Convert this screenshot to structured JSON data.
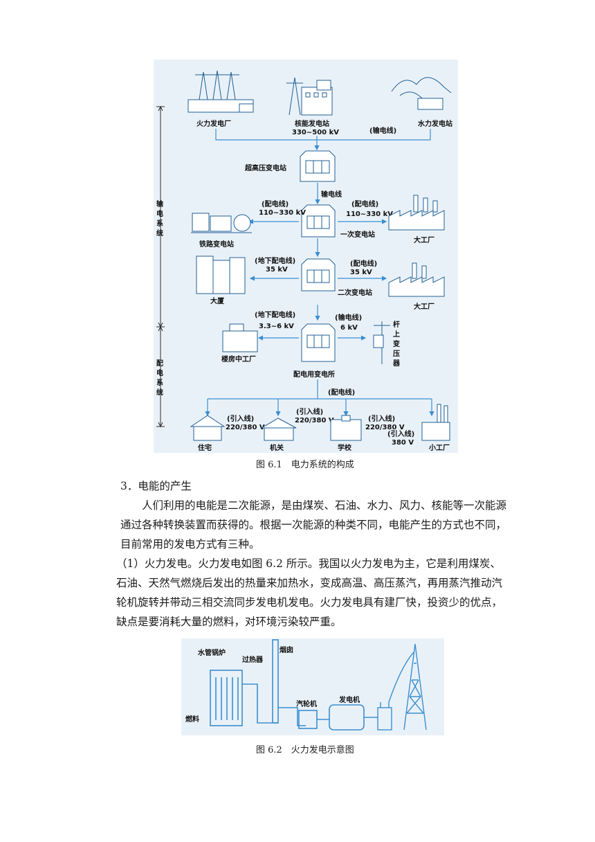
{
  "figure1": {
    "caption": "图 6.1　电力系统的构成",
    "labels": {
      "thermal_plant": "火力发电厂",
      "nuclear_plant": "核能发电站",
      "nuclear_voltage": "330~500 kV",
      "transmission_line_paren": "(输电线)",
      "hydro_plant": "水力发电站",
      "ehv_substation": "超高压变电站",
      "transmission_line": "输电线",
      "dist_line_left": "(配电线)",
      "dist_voltage_left": "110~330 kV",
      "dist_line_right": "(配电线)",
      "dist_voltage_right": "110~330 kV",
      "railway_substation": "铁路变电站",
      "primary_substation": "一次变电站",
      "big_factory_1": "大工厂",
      "underground_line_1": "(地下配电线)",
      "underground_voltage_1": "35 kV",
      "dist_line_35": "(配电线)",
      "dist_voltage_35": "35 kV",
      "building": "大厦",
      "secondary_substation": "二次变电站",
      "big_factory_2": "大工厂",
      "underground_line_2": "(地下配电线)",
      "underground_voltage_2": "3.3~6 kV",
      "trans_line_6": "(输电线)",
      "trans_voltage_6": "6 kV",
      "pole_transformer": "杆上变压器",
      "small_mid_factory": "楼房中工厂",
      "distribution_substation": "配电用变电所",
      "dist_line_bottom": "(配电线)",
      "lead_in_1": "(引入线)",
      "lead_in_voltage_1": "220/380 V",
      "lead_in_2": "(引入线)",
      "lead_in_voltage_2": "220/380 V",
      "lead_in_3": "(引入线)",
      "lead_in_voltage_3": "220/380 V",
      "lead_in_4": "(引入线)",
      "lead_in_voltage_4": "380 V",
      "residence": "住宅",
      "office": "机关",
      "school": "学校",
      "small_factory": "小工厂",
      "transmission_system": "输电系统",
      "distribution_system": "配电系统"
    }
  },
  "section": {
    "heading": "3．电能的产生",
    "para1": "人们利用的电能是二次能源，是由煤炭、石油、水力、风力、核能等一次能源通过各种转换装置而获得的。根据一次能源的种类不同，电能产生的方式也不同，目前常用的发电方式有三种。",
    "para2": "（1）火力发电。火力发电如图 6.2 所示。我国以火力发电为主，它是利用煤炭、石油、天然气燃烧后发出的热量来加热水，变成高温、高压蒸汽，再用蒸汽推动汽轮机旋转并带动三相交流同步发电机发电。火力发电具有建厂快，投资少的优点，缺点是要消耗大量的燃料，对环境污染较严重。"
  },
  "figure2": {
    "caption": "图 6.2　火力发电示意图",
    "labels": {
      "boiler": "水管锅炉",
      "superheater": "过热器",
      "chimney": "烟囱",
      "fuel": "燃料",
      "turbine": "汽轮机",
      "generator": "发电机"
    }
  },
  "colors": {
    "figure_bg": "#e9f1f8",
    "line": "#3a8fd0",
    "outline": "#1f5f95",
    "text": "#1a1a1a"
  }
}
